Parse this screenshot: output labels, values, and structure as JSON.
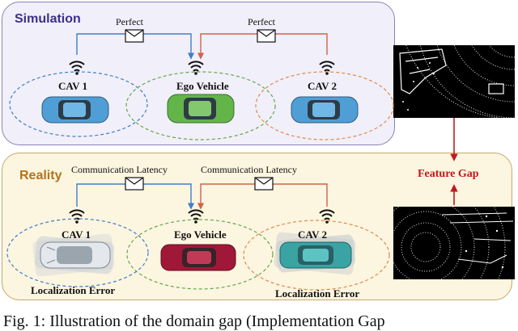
{
  "simulation": {
    "title": "Simulation",
    "link_left": "Perfect",
    "link_right": "Perfect",
    "cav1": "CAV 1",
    "ego": "Ego Vehicle",
    "cav2": "CAV 2"
  },
  "reality": {
    "title": "Reality",
    "link_left": "Communication Latency",
    "link_right": "Communication Latency",
    "cav1": "CAV 1",
    "ego": "Ego Vehicle",
    "cav2": "CAV 2",
    "error_left": "Localization Error",
    "error_right": "Localization Error"
  },
  "feature_gap": "Feature Gap",
  "caption": "Fig. 1: Illustration of the domain gap (Implementation Gap",
  "colors": {
    "sim_link": "#3f7fc6",
    "ego_link": "#d0634b",
    "gap_arrow": "#c0191d",
    "cav_car": "#4f9fd6",
    "ego_car_sim": "#63b54a",
    "ego_car_real": "#a01838",
    "cav2_car_real": "#3aa3a3"
  }
}
